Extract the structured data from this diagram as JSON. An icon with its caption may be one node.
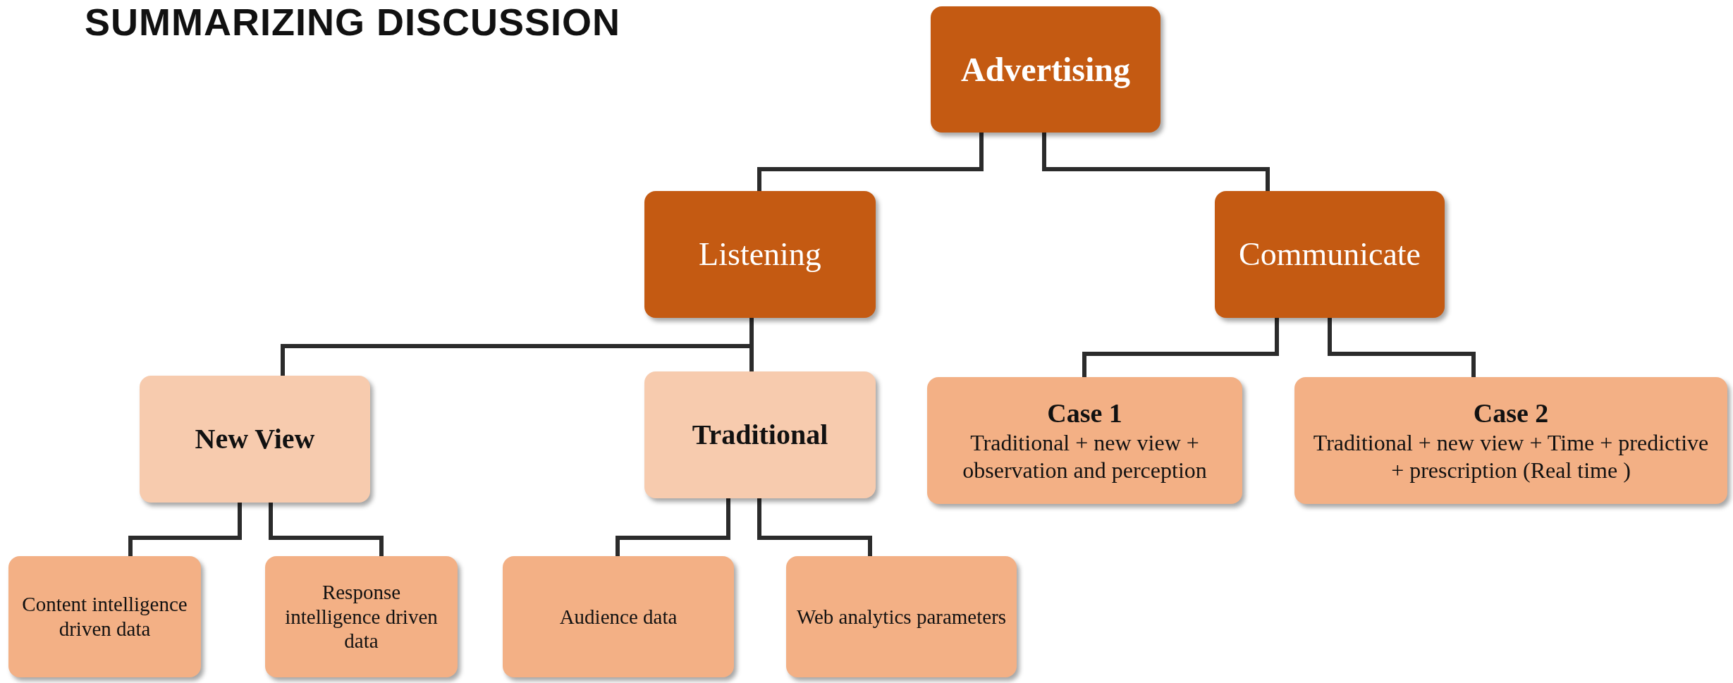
{
  "diagram": {
    "title": "SUMMARIZING DISCUSSION",
    "nodes": [
      {
        "text": [
          "Advertising"
        ]
      },
      {
        "text": [
          "Listening"
        ]
      },
      {
        "text": [
          "Communicate"
        ]
      },
      {
        "text": [
          "New View"
        ]
      },
      {
        "text": [
          "Traditional"
        ]
      },
      {
        "text": [
          "Case 1",
          "Traditional + new view + observation and perception"
        ]
      },
      {
        "text": [
          "Case 2",
          "Traditional + new view + Time + predictive + prescription (Real time )"
        ]
      },
      {
        "text": [
          "Content intelligence driven data"
        ]
      },
      {
        "text": [
          "Response intelligence driven data"
        ]
      },
      {
        "text": [
          "Audience data"
        ]
      },
      {
        "text": [
          "Web analytics parameters"
        ]
      }
    ],
    "edges": [
      {
        "from": 0,
        "to": 1,
        "arrow": "none"
      },
      {
        "from": 0,
        "to": 2,
        "arrow": "none"
      },
      {
        "from": 1,
        "to": 3,
        "arrow": "none"
      },
      {
        "from": 1,
        "to": 4,
        "arrow": "none"
      },
      {
        "from": 2,
        "to": 5,
        "arrow": "none"
      },
      {
        "from": 2,
        "to": 6,
        "arrow": "none"
      },
      {
        "from": 3,
        "to": 7,
        "arrow": "none"
      },
      {
        "from": 3,
        "to": 8,
        "arrow": "none"
      },
      {
        "from": 4,
        "to": 9,
        "arrow": "none"
      },
      {
        "from": 4,
        "to": 10,
        "arrow": "none"
      }
    ]
  }
}
